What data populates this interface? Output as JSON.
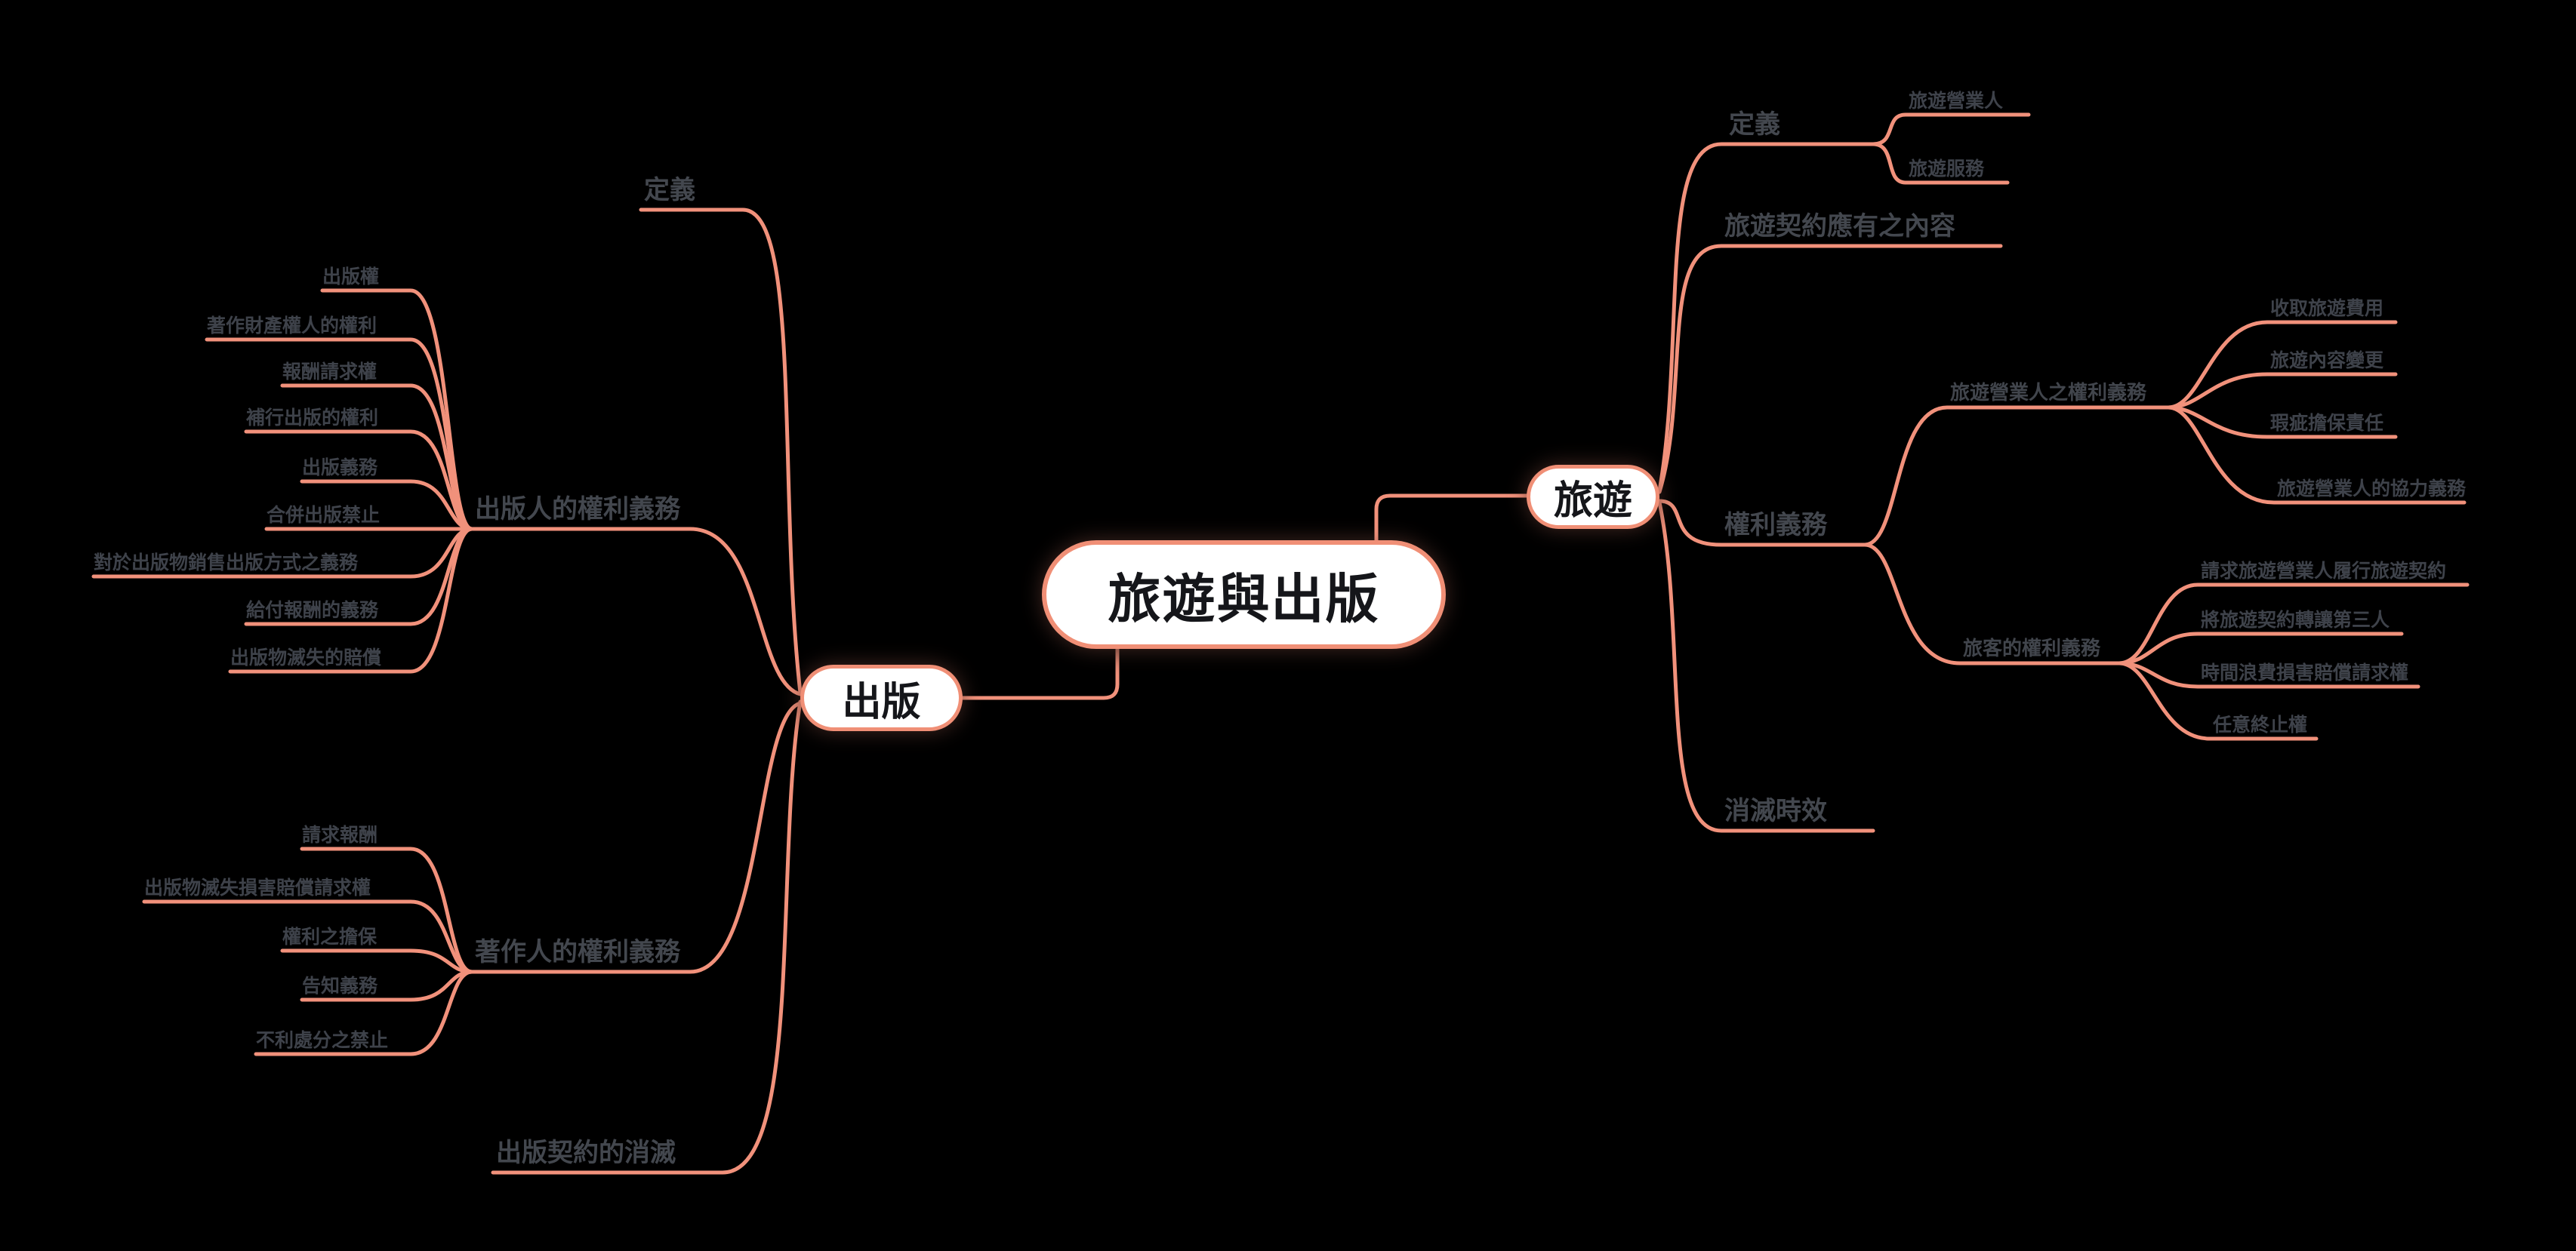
{
  "style": {
    "background": "#000000",
    "line_color": "#f1917b",
    "node_fill": "#ffffff",
    "node_border": "#f08f76",
    "node_text": "#15161a",
    "label_color": "#42464d"
  },
  "map": {
    "root": "旅遊與出版",
    "left": {
      "label": "出版",
      "topics": [
        {
          "label": "定義"
        },
        {
          "label": "出版人的權利義務",
          "children": [
            "出版權",
            "著作財產權人的權利",
            "報酬請求權",
            "補行出版的權利",
            "出版義務",
            "合併出版禁止",
            "對於出版物銷售出版方式之義務",
            "給付報酬的義務",
            "出版物滅失的賠償"
          ]
        },
        {
          "label": "著作人的權利義務",
          "children": [
            "請求報酬",
            "出版物滅失損害賠償請求權",
            "權利之擔保",
            "告知義務",
            "不利處分之禁止"
          ]
        },
        {
          "label": "出版契約的消滅"
        }
      ]
    },
    "right": {
      "label": "旅遊",
      "topics": [
        {
          "label": "定義",
          "children": [
            "旅遊營業人",
            "旅遊服務"
          ]
        },
        {
          "label": "旅遊契約應有之內容"
        },
        {
          "label": "權利義務",
          "children": [
            {
              "label": "旅遊營業人之權利義務",
              "children": [
                "收取旅遊費用",
                "旅遊內容變更",
                "瑕疵擔保責任",
                "旅遊營業人的協力義務"
              ]
            },
            {
              "label": "旅客的權利義務",
              "children": [
                "請求旅遊營業人履行旅遊契約",
                "將旅遊契約轉讓第三人",
                "時間浪費損害賠償請求權",
                "任意終止權"
              ]
            }
          ]
        },
        {
          "label": "消滅時效"
        }
      ]
    }
  }
}
